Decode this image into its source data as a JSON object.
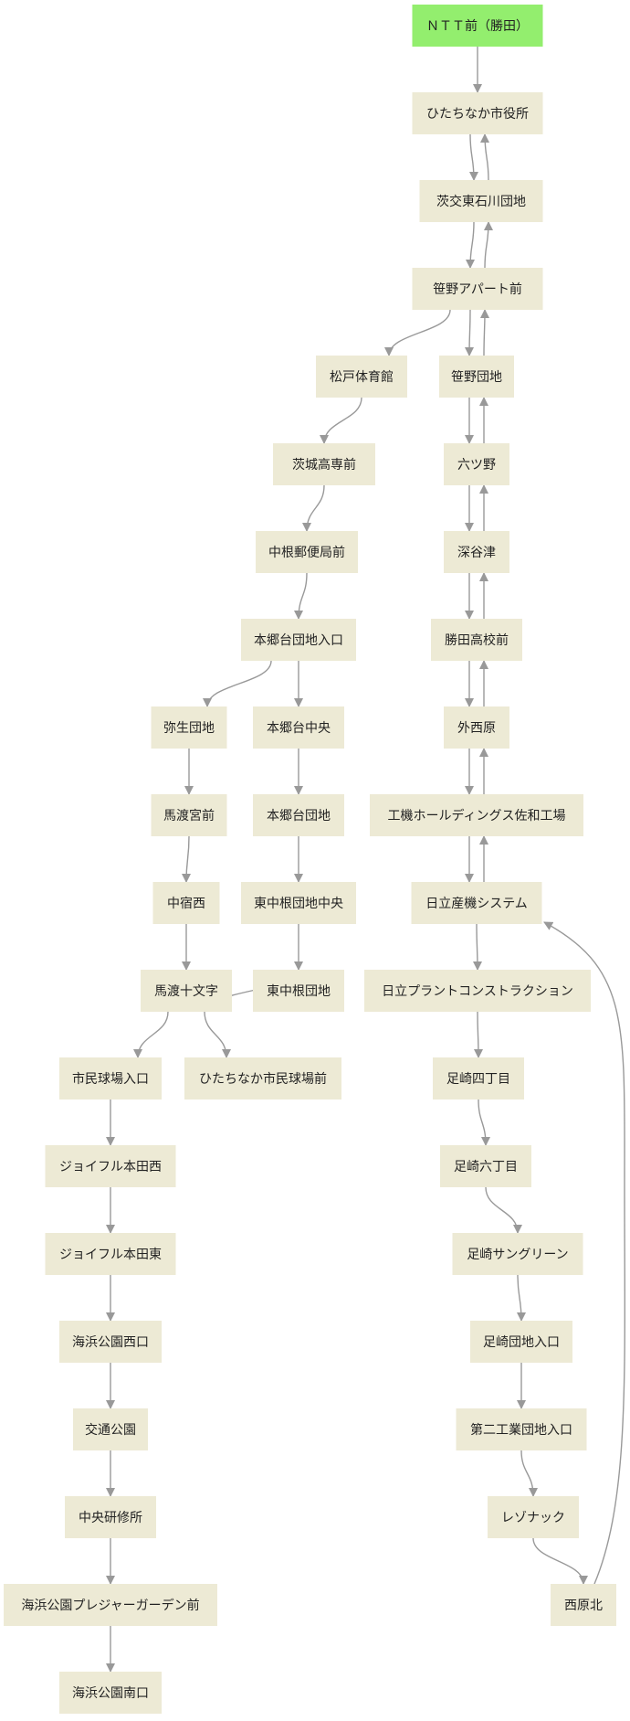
{
  "colors": {
    "node_fill": "#EDEAD5",
    "start_fill": "#93EE6E",
    "edge": "#999999",
    "text": "#222222"
  },
  "nodes": {
    "ntt": "ＮＴＴ前（勝田）",
    "hitachinaka_city": "ひたちなか市役所",
    "ibako_higashi": "茨交東石川団地",
    "sasano_apt": "笹野アパート前",
    "matsudo": "松戸体育館",
    "sasano_danchi": "笹野団地",
    "ibaraki_kosen": "茨城高専前",
    "mutsuno": "六ツ野",
    "nakane_post": "中根郵便局前",
    "fukayatsu": "深谷津",
    "hongo_iriguchi": "本郷台団地入口",
    "katsuta_high": "勝田高校前",
    "yayoi": "弥生団地",
    "hongo_chuo": "本郷台中央",
    "sotonishihara": "外西原",
    "mawatari_miya": "馬渡宮前",
    "hongo_danchi": "本郷台団地",
    "koki_holdings": "工機ホールディングス佐和工場",
    "nakajuku": "中宿西",
    "higashi_nakane_chuo": "東中根団地中央",
    "hitachi_sanki": "日立産機システム",
    "mawatari_jumonji": "馬渡十文字",
    "higashi_nakane": "東中根団地",
    "hitachi_plant": "日立プラントコンストラクション",
    "shimin_iriguchi": "市民球場入口",
    "shimin_mae": "ひたちなか市民球場前",
    "ashizaki4": "足崎四丁目",
    "joyful_west": "ジョイフル本田西",
    "ashizaki6": "足崎六丁目",
    "joyful_east": "ジョイフル本田東",
    "ashizaki_sun": "足崎サングリーン",
    "kaihin_west": "海浜公園西口",
    "ashizaki_iriguchi": "足崎団地入口",
    "kotsu_koen": "交通公園",
    "daini_kogyo": "第二工業団地入口",
    "chuo_kenshu": "中央研修所",
    "rezonakku": "レゾナック",
    "kaihin_pleasure": "海浜公園プレジャーガーデン前",
    "nishihara_kita": "西原北",
    "kaihin_south": "海浜公園南口"
  }
}
